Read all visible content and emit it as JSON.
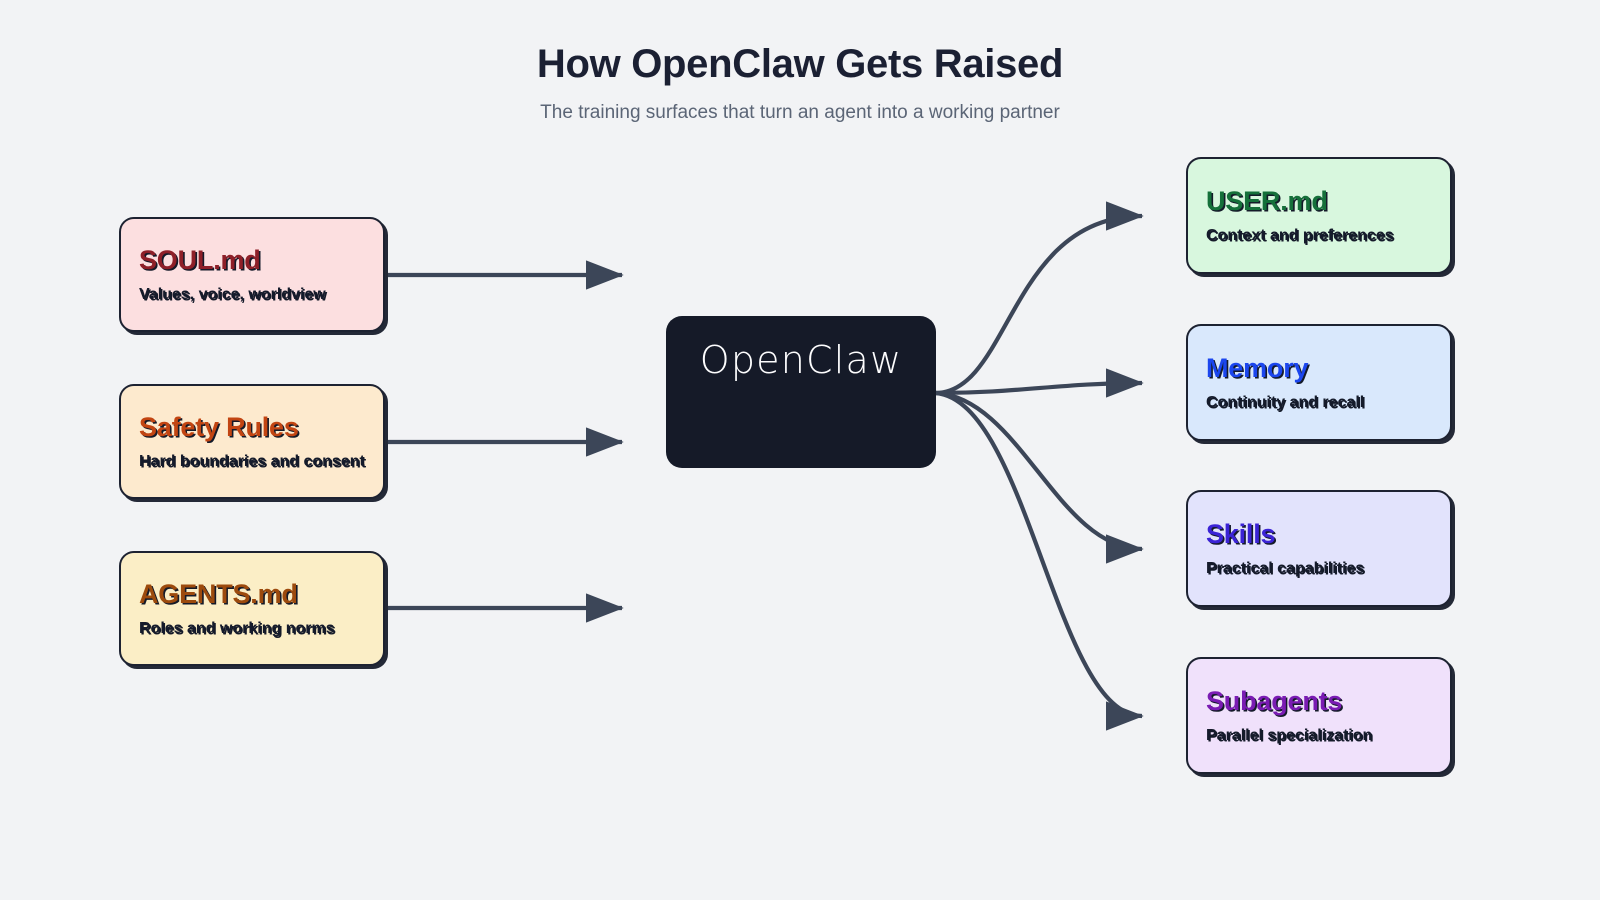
{
  "header": {
    "title": "How OpenClaw Gets Raised",
    "subtitle": "The training surfaces that turn an agent into a working partner"
  },
  "center": {
    "label": "OpenClaw",
    "bg": "#151a28",
    "text_color": "#fdfdfe"
  },
  "colors": {
    "page_bg": "#f2f3f5",
    "title": "#1b2033",
    "subtitle": "#5b6576",
    "edge": "#3c4658",
    "border": "#1d2231"
  },
  "inputs": [
    {
      "id": "soul",
      "title": "SOUL.md",
      "subtitle": "Values, voice, worldview",
      "bg": "#fcdfe0",
      "title_color": "#8e1f28"
    },
    {
      "id": "safety",
      "title": "Safety Rules",
      "subtitle": "Hard boundaries and consent",
      "bg": "#fdeace",
      "title_color": "#c24512"
    },
    {
      "id": "agents",
      "title": "AGENTS.md",
      "subtitle": "Roles and working norms",
      "bg": "#fbeec6",
      "title_color": "#9c4a0d"
    }
  ],
  "outputs": [
    {
      "id": "user",
      "title": "USER.md",
      "subtitle": "Context and preferences",
      "bg": "#d8f7de",
      "title_color": "#15703a"
    },
    {
      "id": "memory",
      "title": "Memory",
      "subtitle": "Continuity and recall",
      "bg": "#d9e8fc",
      "title_color": "#1b46ee"
    },
    {
      "id": "skills",
      "title": "Skills",
      "subtitle": "Practical capabilities",
      "bg": "#e2e3fc",
      "title_color": "#3b23d6"
    },
    {
      "id": "subagents",
      "title": "Subagents",
      "subtitle": "Parallel specialization",
      "bg": "#f0e1fb",
      "title_color": "#7a1bb3"
    }
  ],
  "edges": {
    "inbound_count": 3,
    "outbound_count": 4,
    "style": "arrow",
    "inbound_shape": "straight",
    "outbound_shape": "curved"
  }
}
